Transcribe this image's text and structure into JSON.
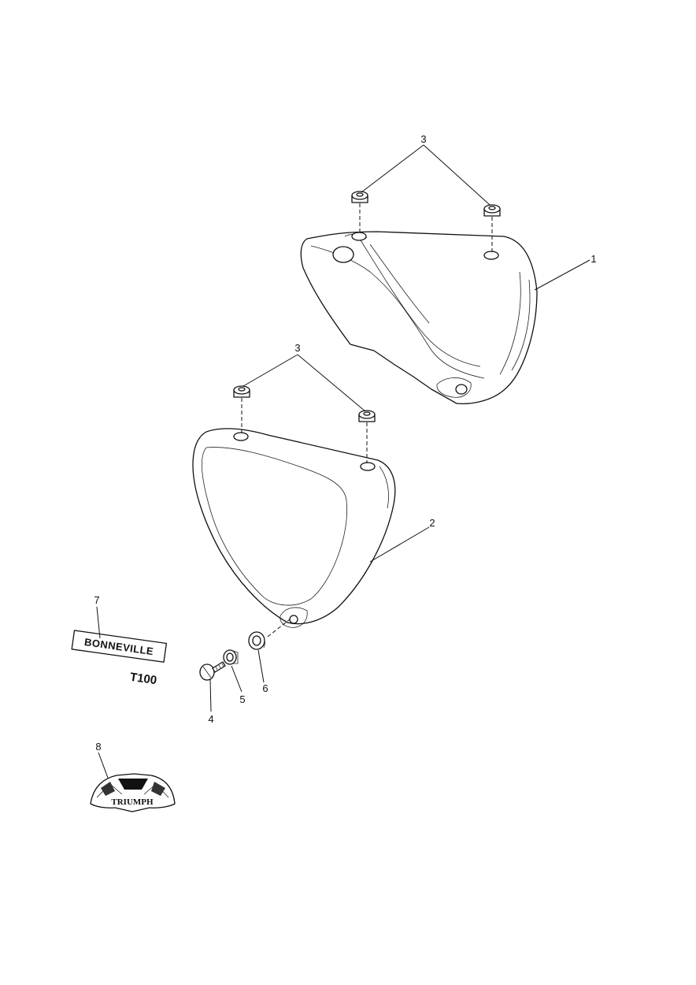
{
  "callouts": {
    "c1": "1",
    "c2": "2",
    "c3_upper": "3",
    "c3_lower": "3",
    "c4": "4",
    "c5": "5",
    "c6": "6",
    "c7": "7",
    "c8": "8"
  },
  "decals": {
    "bonneville_word": "BONNEVILLE",
    "model_word": "T100",
    "triumph_word": "TRIUMPH"
  }
}
